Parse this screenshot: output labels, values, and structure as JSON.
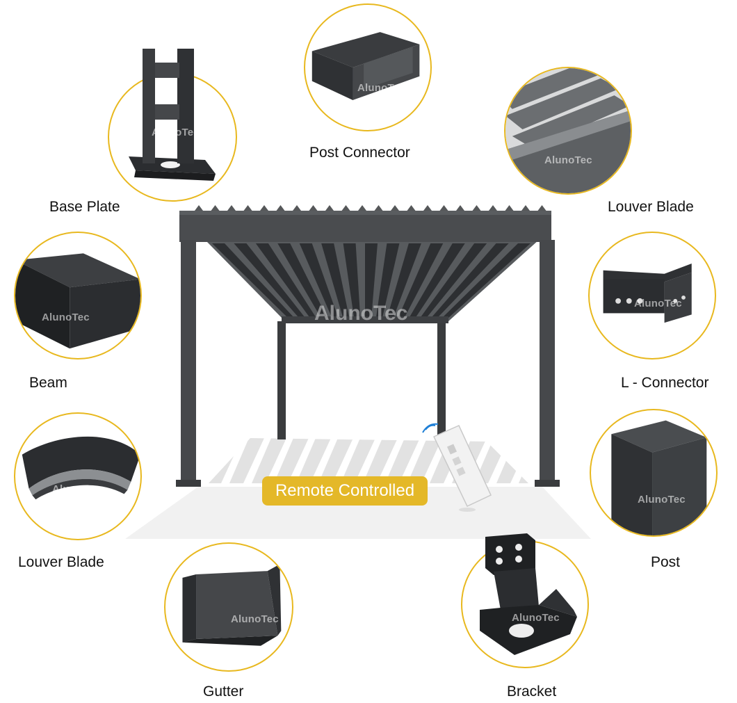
{
  "brand": {
    "watermark": "AlunoTec",
    "accent_color": "#e8b81e",
    "badge_color": "#e4b828"
  },
  "parts": {
    "base_plate": "Base Plate",
    "post_connector": "Post Connector",
    "louver_blade_top": "Louver Blade",
    "beam": "Beam",
    "l_connector": "L - Connector",
    "louver_blade_left": "Louver Blade",
    "post": "Post",
    "gutter": "Gutter",
    "bracket": "Bracket"
  },
  "center": {
    "badge": "Remote Controlled"
  }
}
